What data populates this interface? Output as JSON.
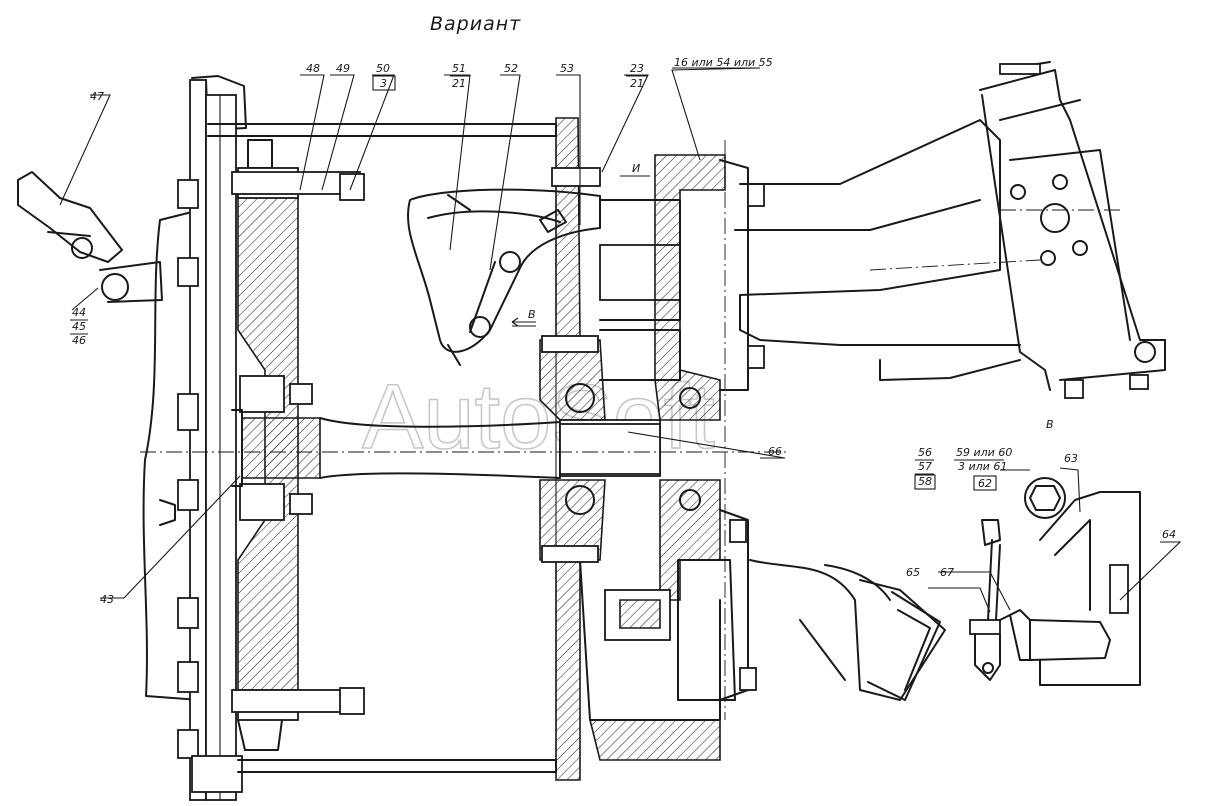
{
  "title": "Вариант",
  "watermark": "AutoSoft",
  "view_label": "В",
  "section_label": "И",
  "arrow_label": "В",
  "callouts": {
    "c47": "47",
    "c44": "44",
    "c45": "45",
    "c46": "46",
    "c48": "48",
    "c49": "49",
    "c50": "50",
    "c3": "3",
    "c51": "51",
    "c21a": "21",
    "c52": "52",
    "c53": "53",
    "c23": "23",
    "c21b": "21",
    "c16": "16 или 54 или 55",
    "c43": "43",
    "c66": "66",
    "c56": "56",
    "c57": "57",
    "c58": "58",
    "c59": "59 или 60",
    "c3or61": "3 или 61",
    "c62": "62",
    "c63": "63",
    "c64": "64",
    "c65": "65",
    "c67": "67"
  }
}
